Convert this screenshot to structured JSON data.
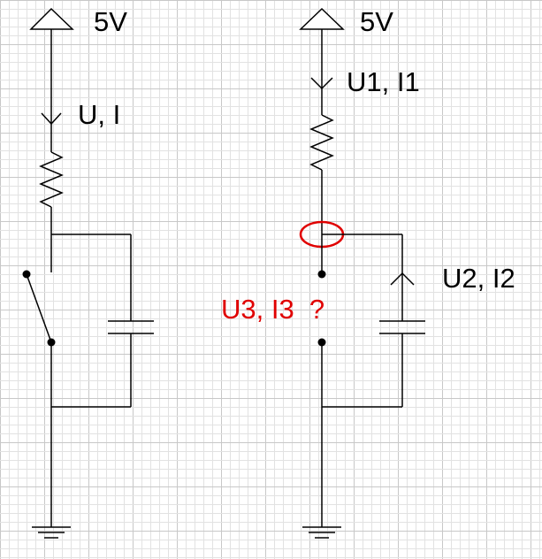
{
  "colors": {
    "background": "#ffffff",
    "grid_minor": "#e2e2e2",
    "grid_major": "#c8c8c8",
    "wire": "#000000",
    "highlight": "#e00000"
  },
  "left_circuit": {
    "supply_label": "5V",
    "current_label": "U, I",
    "components": [
      "supply-arrow-icon",
      "resistor-icon",
      "switch-icon",
      "capacitor-icon",
      "ground-icon"
    ]
  },
  "right_circuit": {
    "supply_label": "5V",
    "resistor_label": "U1, I1",
    "capacitor_label": "U2, I2",
    "question_label": "U3, I3  ?",
    "components": [
      "supply-arrow-icon",
      "resistor-icon",
      "open-contacts-icon",
      "capacitor-icon",
      "ground-icon",
      "node-highlight-ellipse"
    ]
  }
}
